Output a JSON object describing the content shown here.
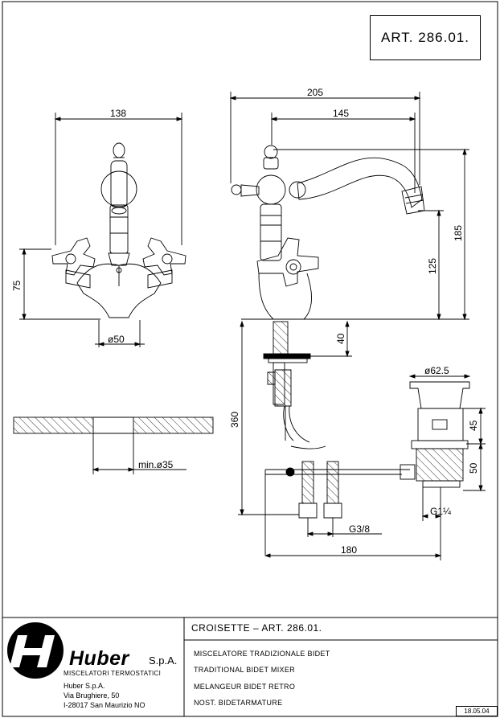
{
  "article": {
    "code": "ART.  286.01."
  },
  "title_block": {
    "title": "CROISETTE  –  ART.  286.01.",
    "lines": [
      "MISCELATORE TRADIZIONALE BIDET",
      "TRADITIONAL BIDET MIXER",
      "MELANGEUR BIDET RETRO",
      "NOST. BIDETARMATURE"
    ],
    "date": "18.05.04"
  },
  "company": {
    "brand": "Huber",
    "suffix": "S.p.A.",
    "tagline": "MISCELATORI TERMOSTATICI",
    "address": [
      "Huber S.p.A.",
      "Via Brughiere, 50",
      "I-28017 San Maurizio NO"
    ]
  },
  "dimensions": {
    "front_width": "138",
    "front_height": "75",
    "front_diameter": "ø50",
    "counter_hole": "min.ø35",
    "side_width": "205",
    "side_spout": "145",
    "side_height": "185",
    "side_lever": "125",
    "deck_thickness": "40",
    "tail_length": "360",
    "waste_diameter": "ø62.5",
    "waste_upper": "45",
    "waste_lower": "50",
    "waste_thread": "G1¼",
    "inlet_thread": "G3/8",
    "waste_span": "180"
  }
}
